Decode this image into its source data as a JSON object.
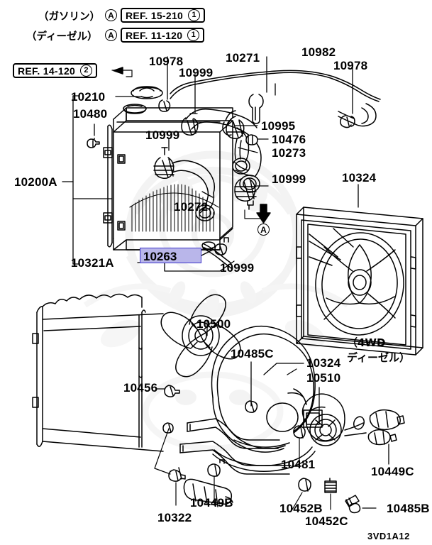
{
  "diagram": {
    "code": "3VD1A12",
    "highlight_color": "#b9b6ea",
    "highlight_border_color": "#3c34c8",
    "highlighted_part": "10263"
  },
  "references": [
    {
      "id": "ref-gasoline",
      "jp_label": "（ガソリン）",
      "marker": "A",
      "text": "REF. 15-210",
      "num": "1"
    },
    {
      "id": "ref-diesel",
      "jp_label": "（ディーゼル）",
      "marker": "A",
      "text": "REF. 11-120",
      "num": "1"
    },
    {
      "id": "ref-14-120",
      "jp_label": "",
      "marker": "",
      "text": "REF. 14-120",
      "num": "2"
    }
  ],
  "section_notes": [
    {
      "id": "note-4wd",
      "line1": "（4WD",
      "line2": "ディーゼル）"
    }
  ],
  "callout_markers": [
    {
      "id": "marker-a-center",
      "text": "A"
    }
  ],
  "part_labels": [
    {
      "id": "p-10978-top",
      "text": "10978"
    },
    {
      "id": "p-10271",
      "text": "10271"
    },
    {
      "id": "p-10982",
      "text": "10982"
    },
    {
      "id": "p-10978-right",
      "text": "10978"
    },
    {
      "id": "p-10999-top",
      "text": "10999"
    },
    {
      "id": "p-10210",
      "text": "10210"
    },
    {
      "id": "p-10480",
      "text": "10480"
    },
    {
      "id": "p-10999-mid",
      "text": "10999"
    },
    {
      "id": "p-10995",
      "text": "10995"
    },
    {
      "id": "p-10476",
      "text": "10476"
    },
    {
      "id": "p-10273",
      "text": "10273"
    },
    {
      "id": "p-10999-right",
      "text": "10999"
    },
    {
      "id": "p-10324-top",
      "text": "10324"
    },
    {
      "id": "p-10200A",
      "text": "10200A"
    },
    {
      "id": "p-10272",
      "text": "10272"
    },
    {
      "id": "p-10321A",
      "text": "10321A"
    },
    {
      "id": "p-10263",
      "text": "10263"
    },
    {
      "id": "p-10999-low",
      "text": "10999"
    },
    {
      "id": "p-10500",
      "text": "10500"
    },
    {
      "id": "p-10485C",
      "text": "10485C"
    },
    {
      "id": "p-10324-mid",
      "text": "10324"
    },
    {
      "id": "p-10510",
      "text": "10510"
    },
    {
      "id": "p-10456",
      "text": "10456"
    },
    {
      "id": "p-10481",
      "text": "10481"
    },
    {
      "id": "p-10449C",
      "text": "10449C"
    },
    {
      "id": "p-10485B",
      "text": "10485B"
    },
    {
      "id": "p-10449B",
      "text": "10449B"
    },
    {
      "id": "p-10322",
      "text": "10322"
    },
    {
      "id": "p-10452B",
      "text": "10452B"
    },
    {
      "id": "p-10452C",
      "text": "10452C"
    }
  ]
}
